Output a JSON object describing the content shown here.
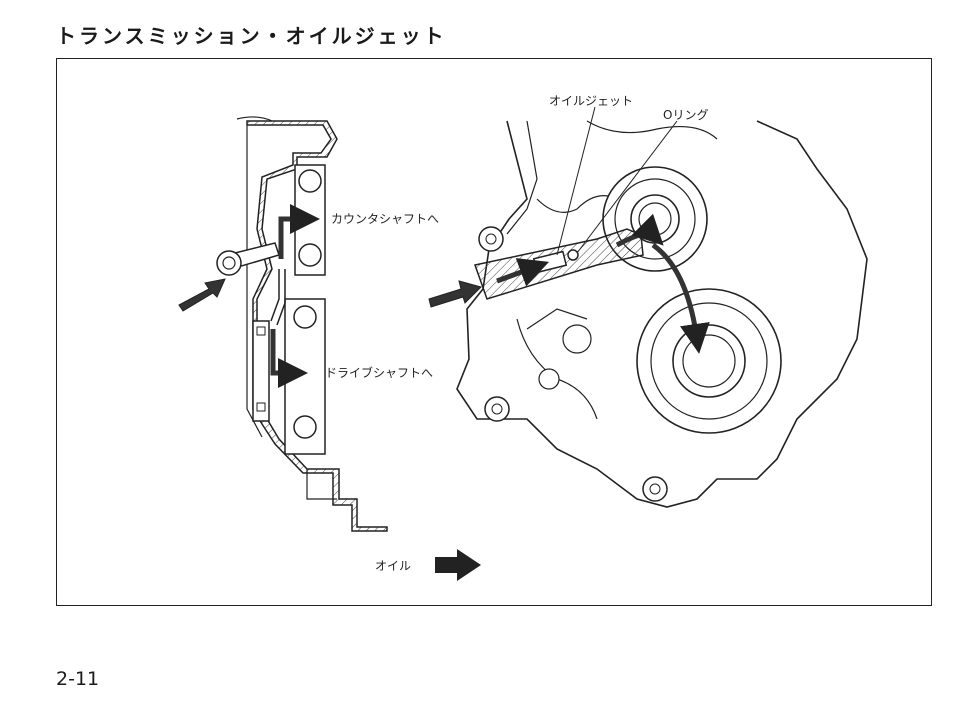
{
  "page": {
    "title": "トランスミッション・オイルジェット",
    "page_number": "2-11"
  },
  "figure": {
    "left_labels": {
      "countershaft": "カウンタシャフトへ",
      "driveshaft": "ドライブシャフトへ"
    },
    "right_labels": {
      "oil_jet": "オイルジェット",
      "o_ring": "Oリング"
    },
    "legend": {
      "oil_label": "オイル"
    }
  }
}
